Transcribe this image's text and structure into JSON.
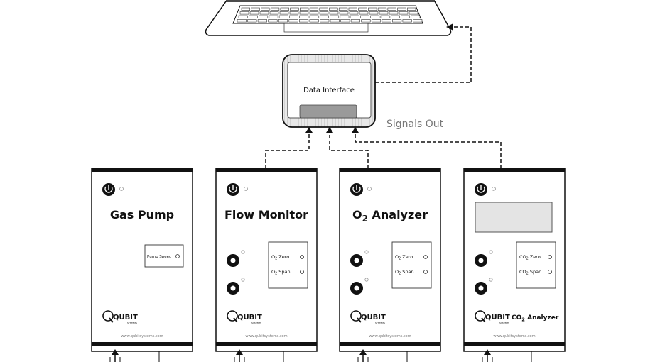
{
  "data_interface": {
    "label": "Data Interface"
  },
  "signals_out": "Signals Out",
  "modules": [
    {
      "title": "Gas Pump",
      "panel": [
        "Pump Speed"
      ],
      "brand": "QUBIT",
      "brand_sub": "SYSTEMS",
      "url": "www.qubitsystems.com"
    },
    {
      "title": "Flow Monitor",
      "panel": [
        "O2 Zero",
        "O2 Span"
      ],
      "brand": "QUBIT",
      "brand_sub": "SYSTEMS",
      "url": "www.qubitsystems.com"
    },
    {
      "title": "O2 Analyzer",
      "panel": [
        "O2 Zero",
        "O2 Span"
      ],
      "brand": "QUBIT",
      "brand_sub": "SYSTEMS",
      "url": "www.qubitsystems.com"
    },
    {
      "title": "",
      "panel": [
        "CO2 Zero",
        "CO2 Span"
      ],
      "brand": "QUBIT",
      "brand_sub": "SYSTEMS",
      "brand_label": "CO2 Analyzer",
      "url": "www.qubitsystems.com"
    }
  ],
  "colors": {
    "line": "#111111",
    "signal_text": "#777777",
    "screen": "#e4e4e4",
    "bezel": "#cfcfcf"
  }
}
